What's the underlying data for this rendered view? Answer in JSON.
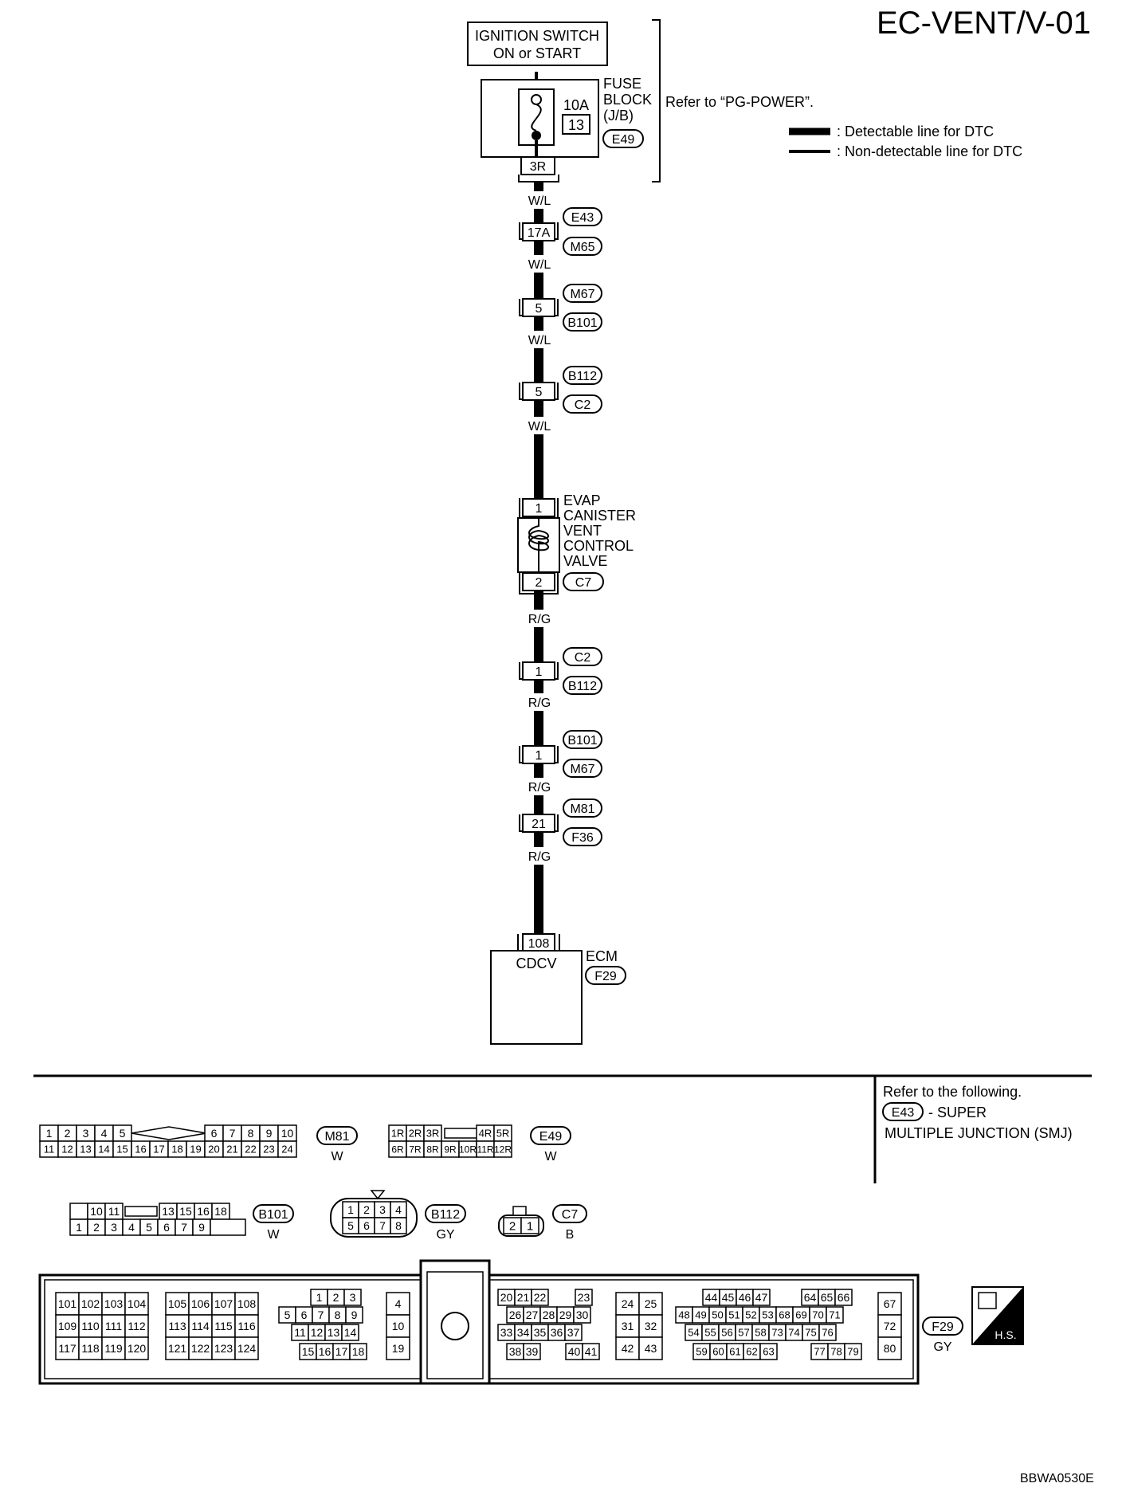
{
  "page": {
    "title": "EC-VENT/V-01",
    "figure_code": "BBWA0530E",
    "legend": {
      "detectable": ": Detectable line for DTC",
      "non_detectable": ": Non-detectable line for DTC"
    },
    "refer_following": "Refer to the following.",
    "smj_connector": "E43",
    "smj_line1": "- SUPER",
    "smj_line2": "MULTIPLE JUNCTION (SMJ)"
  },
  "circuit": {
    "ignition_line1": "IGNITION SWITCH",
    "ignition_line2": "ON or START",
    "fuse_amp": "10A",
    "fuse_no": "13",
    "fuse_block_line1": "FUSE",
    "fuse_block_line2": "BLOCK",
    "fuse_block_line3": "(J/B)",
    "fuse_conn": "E49",
    "fuse_term": "3R",
    "refer_power": "Refer to “PG-POWER”.",
    "evap_line1": "EVAP",
    "evap_line2": "CANISTER",
    "evap_line3": "VENT",
    "evap_line4": "CONTROL",
    "evap_line5": "VALVE",
    "valve_pin_top": "1",
    "valve_pin_bottom": "2",
    "valve_conn": "C7",
    "ecm_terminal": "108",
    "ecm_signal": "CDCV",
    "ecm_label": "ECM",
    "ecm_conn": "F29"
  },
  "wire_labels": [
    {
      "id": "w1",
      "text": "W/L"
    },
    {
      "id": "w2",
      "text": "W/L"
    },
    {
      "id": "w3",
      "text": "W/L"
    },
    {
      "id": "w4",
      "text": "W/L"
    },
    {
      "id": "w5",
      "text": "R/G"
    },
    {
      "id": "w6",
      "text": "R/G"
    },
    {
      "id": "w7",
      "text": "R/G"
    },
    {
      "id": "w8",
      "text": "R/G"
    }
  ],
  "junctions": [
    {
      "id": "j1",
      "pin": "17A",
      "top": "E43",
      "bottom": "M65"
    },
    {
      "id": "j2",
      "pin": "5",
      "top": "M67",
      "bottom": "B101"
    },
    {
      "id": "j3",
      "pin": "5",
      "top": "B112",
      "bottom": "C2"
    },
    {
      "id": "j4",
      "pin": "1",
      "top": "C2",
      "bottom": "B112"
    },
    {
      "id": "j5",
      "pin": "1",
      "top": "B101",
      "bottom": "M67"
    },
    {
      "id": "j6",
      "pin": "21",
      "top": "M81",
      "bottom": "F36"
    }
  ],
  "connectors": {
    "m81": {
      "id": "M81",
      "color": "W",
      "row1a": [
        "1",
        "2",
        "3",
        "4",
        "5"
      ],
      "row1b": [
        "6",
        "7",
        "8",
        "9",
        "10"
      ],
      "row2": [
        "11",
        "12",
        "13",
        "14",
        "15",
        "16",
        "17",
        "18",
        "19",
        "20",
        "21",
        "22",
        "23",
        "24"
      ]
    },
    "e49": {
      "id": "E49",
      "color": "W",
      "row1a": [
        "1R",
        "2R",
        "3R"
      ],
      "row1b": [
        "4R",
        "5R"
      ],
      "row2": [
        "6R",
        "7R",
        "8R",
        "9R",
        "10R",
        "11R",
        "12R"
      ]
    },
    "b101": {
      "id": "B101",
      "color": "W",
      "row1a": [
        "10",
        "11"
      ],
      "row1b": [
        "13",
        "15",
        "16",
        "18"
      ],
      "row2": [
        "1",
        "2",
        "3",
        "4",
        "5",
        "6",
        "7",
        "9"
      ]
    },
    "b112": {
      "id": "B112",
      "color": "GY",
      "row1": [
        "1",
        "2",
        "3",
        "4"
      ],
      "row2": [
        "5",
        "6",
        "7",
        "8"
      ]
    },
    "c7": {
      "id": "C7",
      "color": "B",
      "pins": [
        "2",
        "1"
      ]
    },
    "f29": {
      "id": "F29",
      "color": "GY",
      "hs": "H.S.",
      "g1": [
        [
          "101",
          "102",
          "103",
          "104"
        ],
        [
          "109",
          "110",
          "111",
          "112"
        ],
        [
          "117",
          "118",
          "119",
          "120"
        ]
      ],
      "g2": [
        [
          "105",
          "106",
          "107",
          "108"
        ],
        [
          "113",
          "114",
          "115",
          "116"
        ],
        [
          "121",
          "122",
          "123",
          "124"
        ]
      ],
      "g3r1": [
        "1",
        "2",
        "3"
      ],
      "g3r2": [
        "5",
        "6",
        "7",
        "8",
        "9"
      ],
      "g3r3": [
        "11",
        "12",
        "13",
        "14"
      ],
      "g3r4": [
        "15",
        "16",
        "17",
        "18"
      ],
      "g4": [
        "4",
        "10",
        "19"
      ],
      "g5r1a": [
        "20",
        "21",
        "22"
      ],
      "g5r1b": [
        "23"
      ],
      "g5r2": [
        "26",
        "27",
        "28",
        "29",
        "30"
      ],
      "g5r3": [
        "33",
        "34",
        "35",
        "36",
        "37"
      ],
      "g5r4a": [
        "38",
        "39"
      ],
      "g5r4b": [
        "40",
        "41"
      ],
      "g6": [
        [
          "24",
          "25"
        ],
        [
          "31",
          "32"
        ],
        [
          "42",
          "43"
        ]
      ],
      "g7r1a": [
        "44",
        "45",
        "46",
        "47"
      ],
      "g7r1b": [
        "64",
        "65",
        "66"
      ],
      "g7r2": [
        "48",
        "49",
        "50",
        "51",
        "52",
        "53",
        "68",
        "69",
        "70",
        "71"
      ],
      "g7r3": [
        "54",
        "55",
        "56",
        "57",
        "58",
        "73",
        "74",
        "75",
        "76"
      ],
      "g7r4a": [
        "59",
        "60",
        "61",
        "62",
        "63"
      ],
      "g7r4b": [
        "77",
        "78",
        "79"
      ],
      "g8": [
        "67",
        "72",
        "80"
      ]
    }
  }
}
